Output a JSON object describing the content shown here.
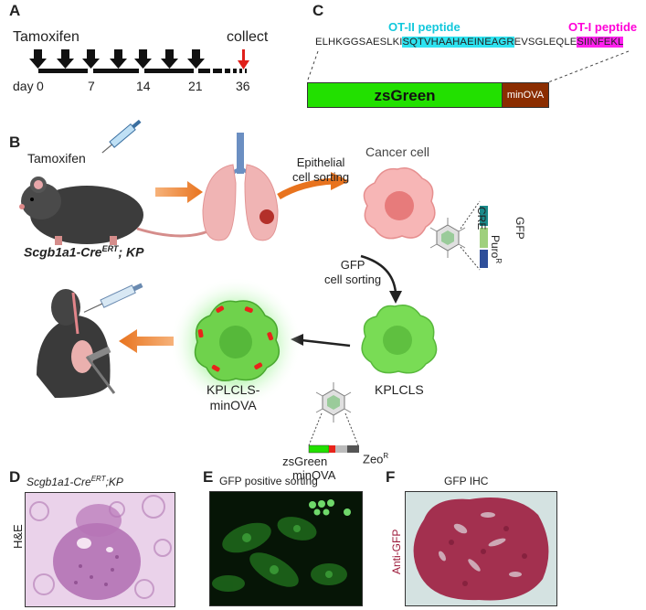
{
  "panels": {
    "a": "A",
    "b": "B",
    "c": "C",
    "d": "D",
    "e": "E",
    "f": "F"
  },
  "timeline": {
    "tamoxifen": "Tamoxifen",
    "collect": "collect",
    "day_prefix": "day",
    "days": [
      "0",
      "7",
      "14",
      "21",
      "36"
    ]
  },
  "peptides": {
    "ot2_label": "OT-II peptide",
    "ot1_label": "OT-I peptide",
    "seq_start": "ELHKGGSAESLKI",
    "seq_ot2": "SQTVHAAHAEINEAGR",
    "seq_mid": "EVSGLEQLE",
    "seq_ot1": "SIINFEKL",
    "zsgreen": "zsGreen",
    "minova": "minOVA",
    "colors": {
      "ot2": "#00d8e8",
      "ot1": "#ff00ff",
      "zsgreen": "#22e000",
      "minova": "#8b2d00"
    }
  },
  "workflow": {
    "tamoxifen": "Tamoxifen",
    "mouse_strain": "Scgb1a1-Cre",
    "strain_sup": "ERT",
    "strain_suffix": "; KP",
    "epithelial_sorting_1": "Epithelial",
    "epithelial_sorting_2": "cell sorting",
    "cancer_cell": "Cancer cell",
    "cre": "CRE",
    "gfp": "GFP",
    "puro": "Puro",
    "puro_sup": "R",
    "gfp_sorting_1": "GFP",
    "gfp_sorting_2": "cell sorting",
    "kplcls": "KPLCLS",
    "kplcls_minova_1": "KPLCLS-",
    "kplcls_minova_2": "minOVA",
    "zsgreen": "zsGreen",
    "minova": "minOVA",
    "zeo": "Zeo",
    "zeo_sup": "R"
  },
  "micrographs": {
    "d_title_main": "Scgb1a1-Cre",
    "d_title_sup": "ERT",
    "d_title_suffix": ";KP",
    "d_side": "H&E",
    "e_title": "GFP positive sorting",
    "f_title": "GFP IHC",
    "f_side": "Anti-GFP"
  }
}
